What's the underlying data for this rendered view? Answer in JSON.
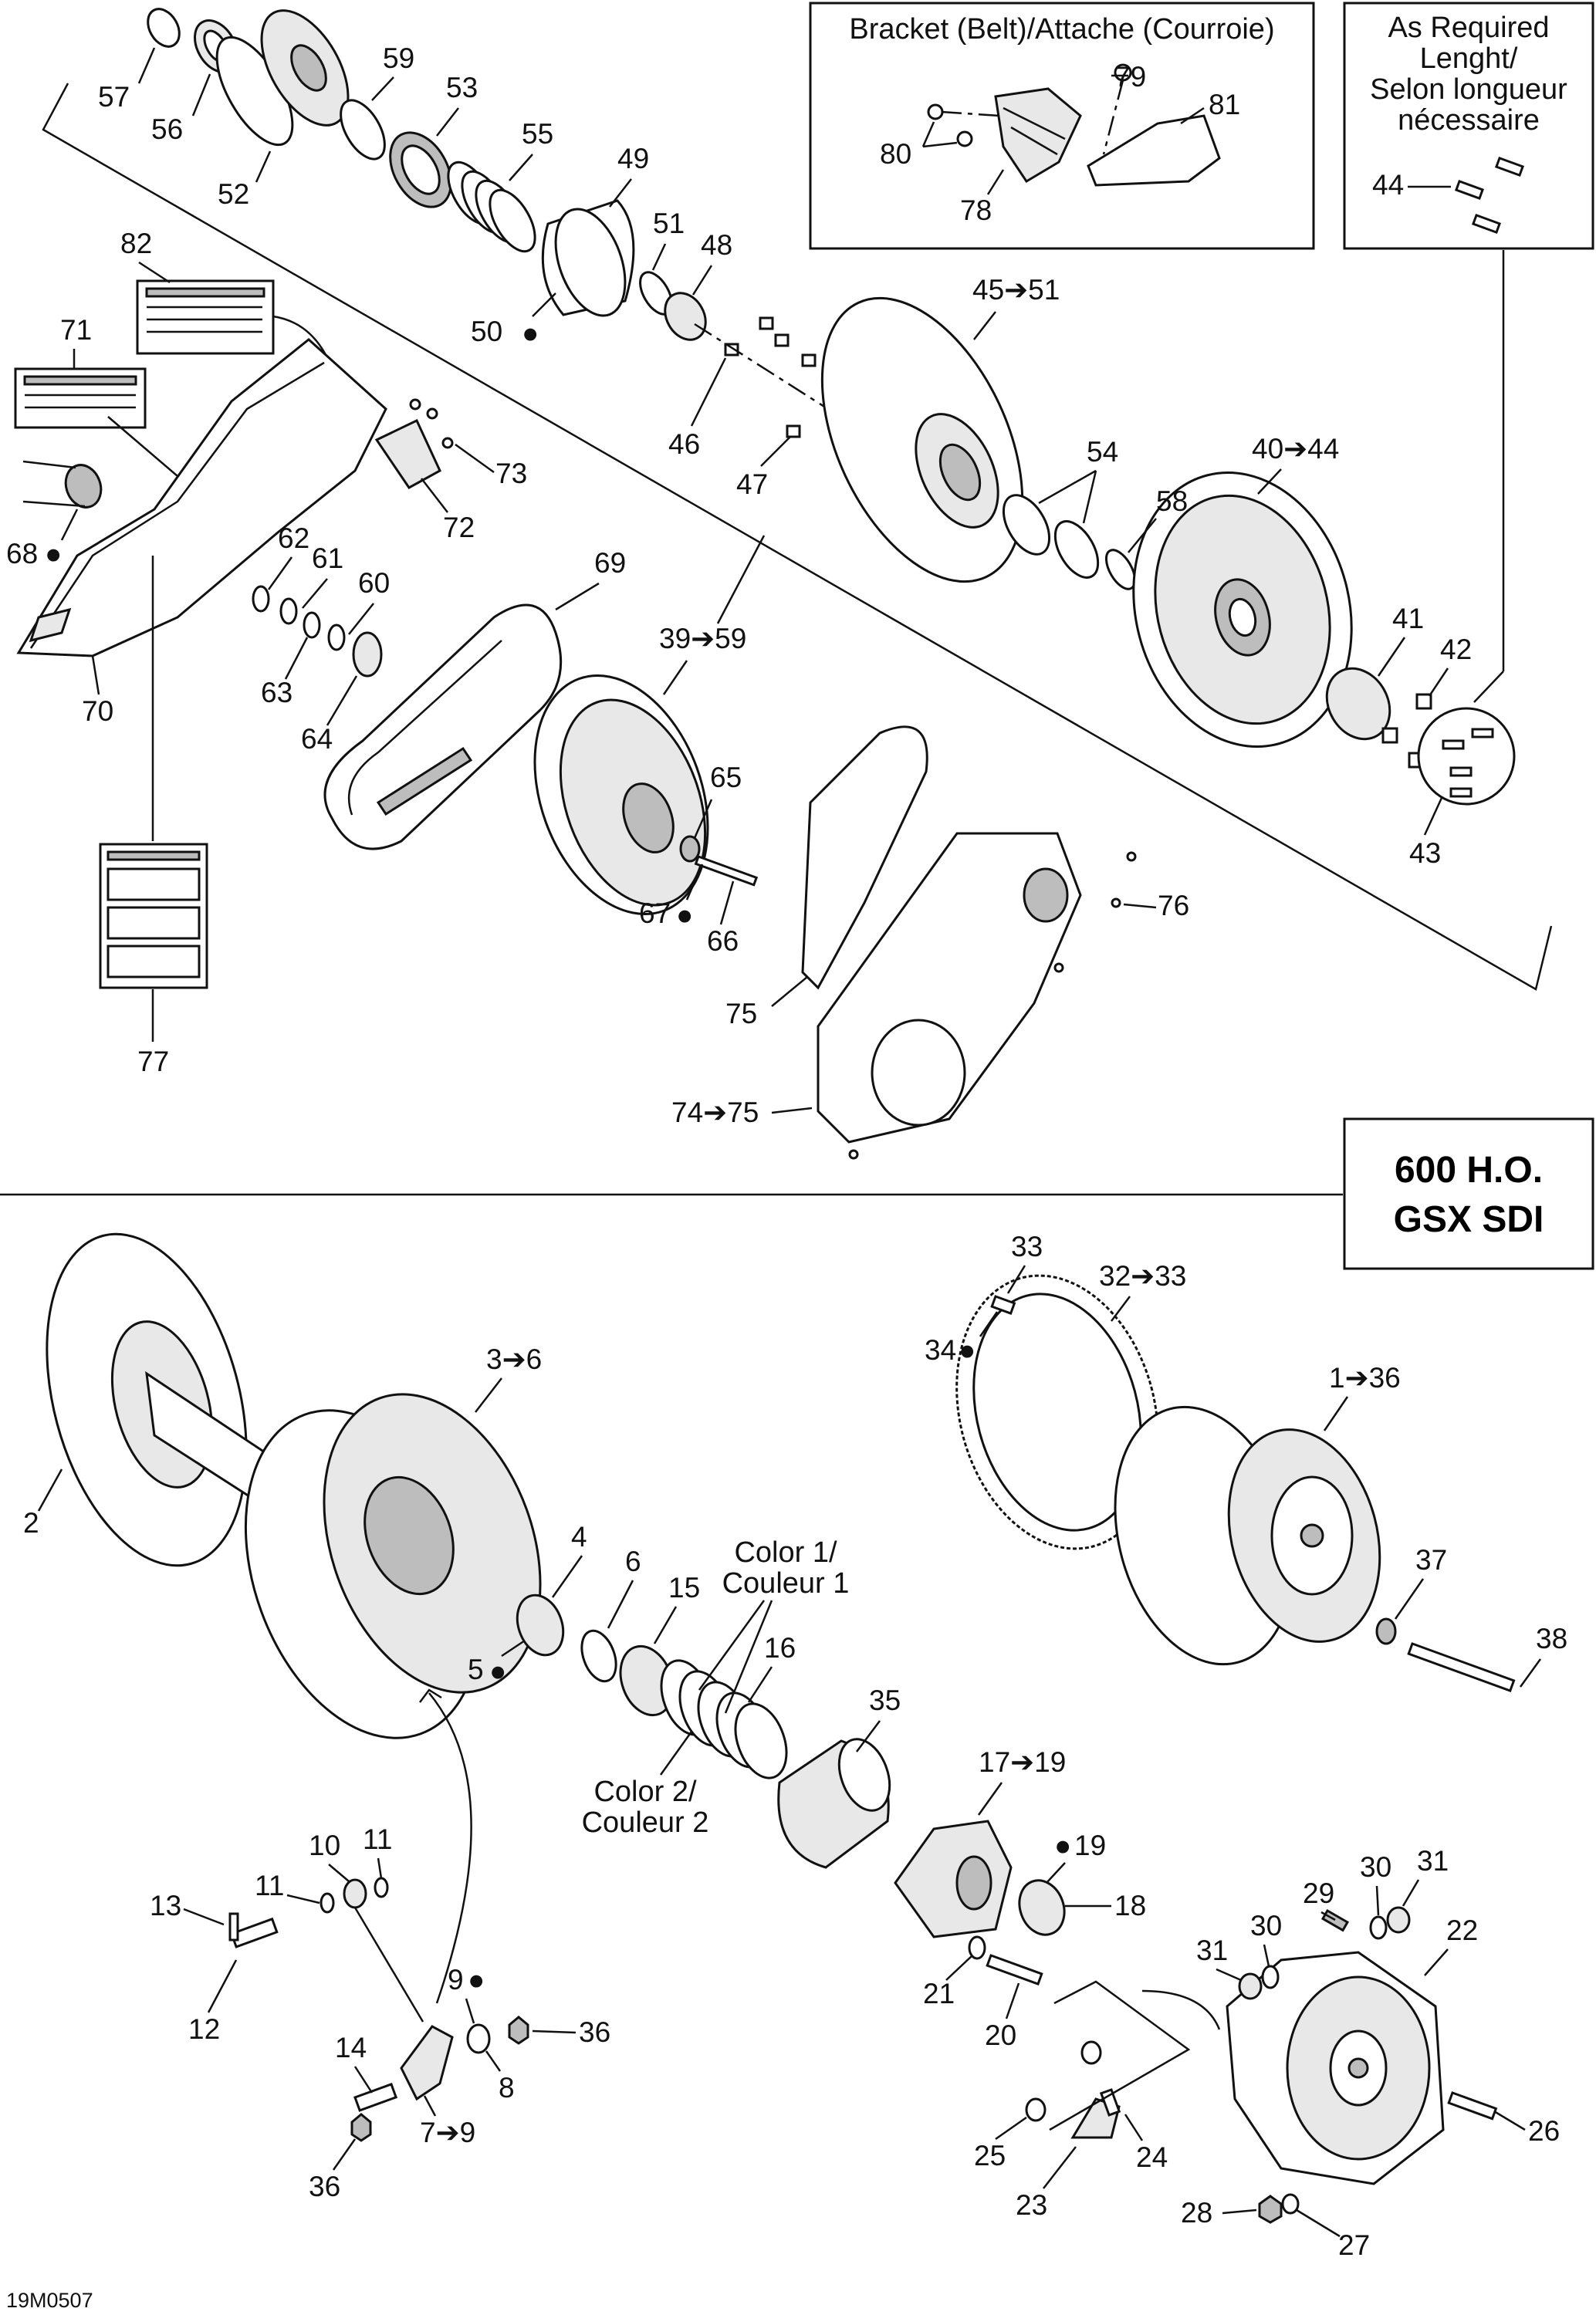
{
  "diagram": {
    "code": "19M0507",
    "model_box": {
      "line1": "600 H.O.",
      "line2": "GSX SDI"
    },
    "bracket_box": {
      "title": "Bracket (Belt)/Attache (Courroie)"
    },
    "required_box": {
      "line1": "As Required",
      "line2": "Lenght/",
      "line3": "Selon longueur",
      "line4": "nécessaire"
    },
    "color_note_1": {
      "line1": "Color 1/",
      "line2": "Couleur 1"
    },
    "color_note_2": {
      "line1": "Color 2/",
      "line2": "Couleur 2"
    },
    "callouts": {
      "c57": "57",
      "c56": "56",
      "c52": "52",
      "c59": "59",
      "c53": "53",
      "c55": "55",
      "c49": "49",
      "c51": "51",
      "c48": "48",
      "c50": "50",
      "c82": "82",
      "c71": "71",
      "c68": "68",
      "c70": "70",
      "c72": "72",
      "c73": "73",
      "c62": "62",
      "c61": "61",
      "c60": "60",
      "c63": "63",
      "c64": "64",
      "c69": "69",
      "c77": "77",
      "c65": "65",
      "c66": "66",
      "c67": "67",
      "c46": "46",
      "c47": "47",
      "c45": "45➔51",
      "c54": "54",
      "c58": "58",
      "c40": "40➔44",
      "c41": "41",
      "c42": "42",
      "c43": "43",
      "c39": "39➔59",
      "c75": "75",
      "c76": "76",
      "c74": "74➔75",
      "c79": "79",
      "c80": "80",
      "c81": "81",
      "c78": "78",
      "c44": "44",
      "c2": "2",
      "c3": "3➔6",
      "c4": "4",
      "c6": "6",
      "c5": "5",
      "c15": "15",
      "c16": "16",
      "c35": "35",
      "c17": "17➔19",
      "c19": "19",
      "c18": "18",
      "c33": "33",
      "c32": "32➔33",
      "c34": "34",
      "c1": "1➔36",
      "c37": "37",
      "c38": "38",
      "c10": "10",
      "c11a": "11",
      "c11b": "11",
      "c13": "13",
      "c12": "12",
      "c9": "9",
      "c36a": "36",
      "c8": "8",
      "c14": "14",
      "c7": "7➔9",
      "c36b": "36",
      "c21": "21",
      "c20": "20",
      "c29": "29",
      "c30a": "30",
      "c31a": "31",
      "c22": "22",
      "c30b": "30",
      "c31b": "31",
      "c25": "25",
      "c24": "24",
      "c23": "23",
      "c26": "26",
      "c28": "28",
      "c27": "27"
    }
  }
}
